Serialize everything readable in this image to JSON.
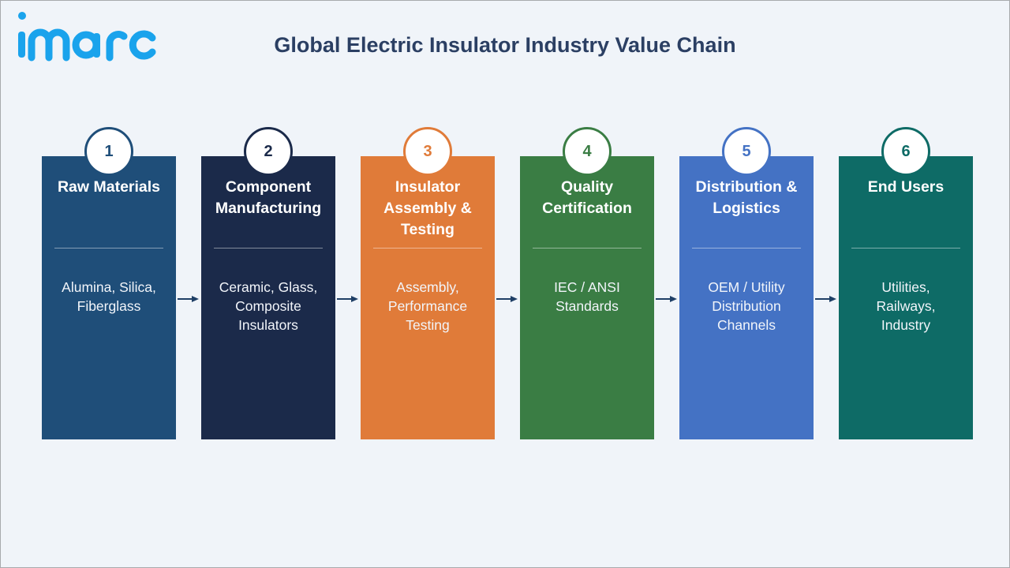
{
  "brand": {
    "logo_text": "imarc",
    "logo_color": "#1aa3ec"
  },
  "header": {
    "title": "Global Electric Insulator Industry Value Chain"
  },
  "stages": [
    {
      "number": "1",
      "title_lines": [
        "Raw Materials"
      ],
      "detail_lines": [
        "Alumina, Silica,",
        "Fiberglass"
      ],
      "color": "#1f4e79",
      "title": "Raw Materials",
      "detail": "Alumina, Silica, Fiberglass"
    },
    {
      "number": "2",
      "title_lines": [
        "Component",
        "Manufacturing"
      ],
      "detail_lines": [
        "Ceramic, Glass,",
        "Composite",
        "Insulators"
      ],
      "color": "#1b2a4a",
      "title": "Component Manufacturing",
      "detail": "Ceramic, Glass, Composite Insulators"
    },
    {
      "number": "3",
      "title_lines": [
        "Insulator",
        "Assembly &",
        "Testing"
      ],
      "detail_lines": [
        "Assembly,",
        "Performance",
        "Testing"
      ],
      "color": "#e07b39",
      "title": "Insulator Assembly & Testing",
      "detail": "Assembly, Performance Testing"
    },
    {
      "number": "4",
      "title_lines": [
        "Quality",
        "Certification"
      ],
      "detail_lines": [
        "IEC / ANSI",
        "Standards"
      ],
      "color": "#3a7d44",
      "title": "Quality Certification",
      "detail": "IEC / ANSI Standards"
    },
    {
      "number": "5",
      "title_lines": [
        "Distribution &",
        "Logistics"
      ],
      "detail_lines": [
        "OEM / Utility",
        "Distribution",
        "Channels"
      ],
      "color": "#4472c4",
      "title": "Distribution & Logistics",
      "detail": "OEM / Utility Distribution Channels"
    },
    {
      "number": "6",
      "title_lines": [
        "End Users"
      ],
      "detail_lines": [
        "Utilities,",
        "Railways,",
        "Industry"
      ],
      "color": "#0e6b66",
      "title": "End Users",
      "detail": "Utilities, Railways, Industry"
    }
  ],
  "connector": {
    "icon": "arrow-right-icon",
    "color": "#1f3f66"
  }
}
